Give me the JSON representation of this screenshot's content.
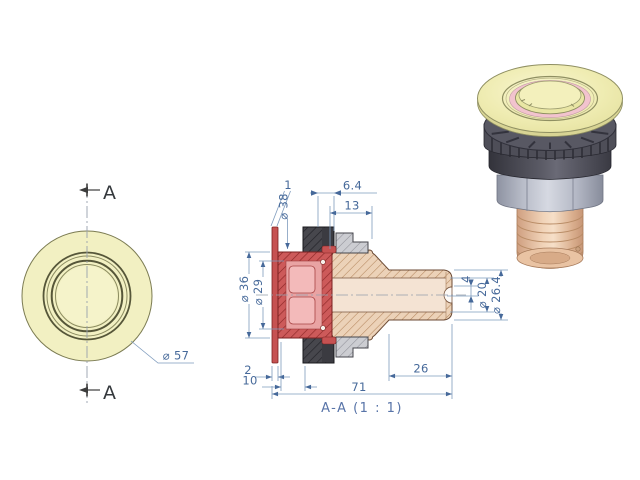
{
  "front_view": {
    "section_letter_top": "A",
    "section_letter_bottom": "A",
    "flange_diameter": "⌀ 57"
  },
  "section_view": {
    "title": "A-A  (1 : 1)",
    "dims": {
      "flange_plate_thickness": "1",
      "dia_38": "⌀ 38",
      "dim_6_4": "6.4",
      "dim_13": "13",
      "dia_36": "⌀ 36",
      "dia_29": "⌀ 29",
      "dim_4": "4",
      "dia_20": "⌀ 20",
      "dia_26_4": "⌀ 26.4",
      "dim_2": "2",
      "dim_10": "10",
      "dim_26": "26",
      "dim_71": "71"
    }
  },
  "colors": {
    "dimension_text": "#46699a",
    "dimension_line": "#7e9bbd",
    "flange_yellow": "#f2f0c2",
    "body_red": "#c65252",
    "body_tan": "#ecd2b8",
    "nut_dark": "#47474d",
    "nut_light": "#cccdd2",
    "iso_pink": "#f3c0cb",
    "iso_hex_gray": "#b9bdc9",
    "iso_barb_tan": "#e9c3a3"
  }
}
